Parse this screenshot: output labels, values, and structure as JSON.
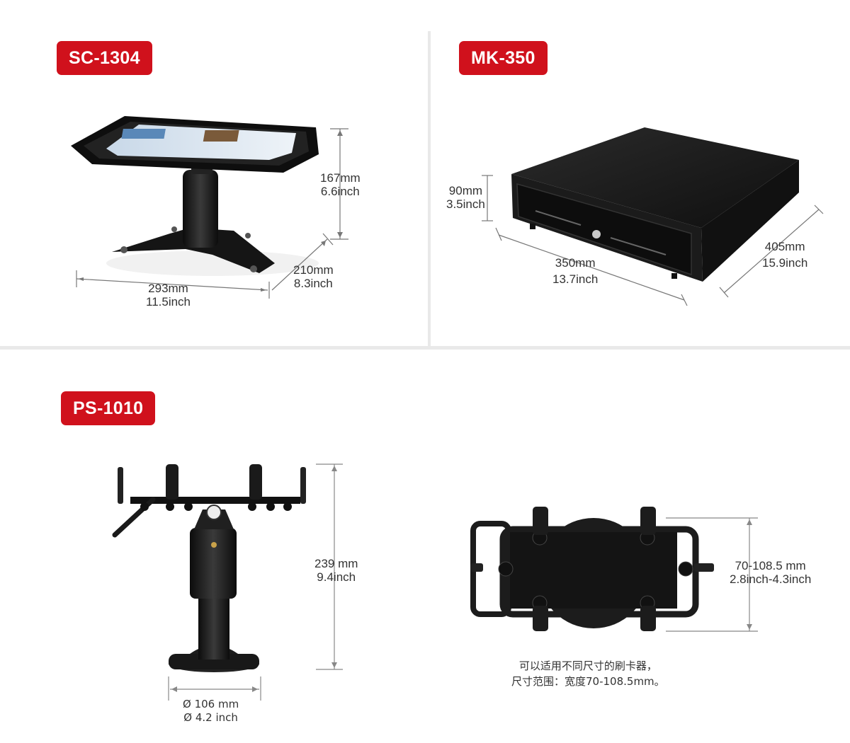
{
  "products": {
    "sc1304": {
      "badge": "SC-1304",
      "height": {
        "mm": "167mm",
        "inch": "6.6inch"
      },
      "width": {
        "mm": "293mm",
        "inch": "11.5inch"
      },
      "depth": {
        "mm": "210mm",
        "inch": "8.3inch"
      }
    },
    "mk350": {
      "badge": "MK-350",
      "height": {
        "mm": "90mm",
        "inch": "3.5inch"
      },
      "width": {
        "mm": "350mm",
        "inch": "13.7inch"
      },
      "depth": {
        "mm": "405mm",
        "inch": "15.9inch"
      }
    },
    "ps1010": {
      "badge": "PS-1010",
      "height": {
        "mm": "239 mm",
        "inch": "9.4inch"
      },
      "base": {
        "mm": "Ø 106 mm",
        "inch": "Ø 4.2 inch"
      },
      "clamp_range": {
        "mm": "70-108.5 mm",
        "inch": "2.8inch-4.3inch"
      },
      "note_line1": "可以适用不同尺寸的刷卡器，",
      "note_line2": "尺寸范围：宽度70-108.5mm。"
    }
  },
  "colors": {
    "badge": "#d0111c",
    "divider": "#e9e9e9",
    "product": "#1a1a1a"
  }
}
